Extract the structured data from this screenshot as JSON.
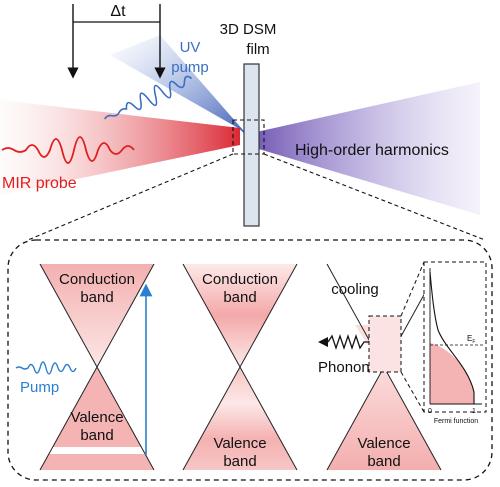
{
  "top": {
    "delta_t": "Δt",
    "uv_pump_line1": "UV",
    "uv_pump_line2": "pump",
    "film_line1": "3D DSM",
    "film_line2": "film",
    "mir_probe": "MIR probe",
    "harmonics": "High-order harmonics"
  },
  "panels": [
    {
      "cb_line1": "Conduction",
      "cb_line2": "band",
      "vb_line1": "Valence",
      "vb_line2": "band",
      "pump": "Pump"
    },
    {
      "cb_line1": "Conduction",
      "cb_line2": "band",
      "vb_line1": "Valence",
      "vb_line2": "band"
    },
    {
      "cooling": "cooling",
      "phonon": "Phonon",
      "vb_line1": "Valence",
      "vb_line2": "band"
    }
  ],
  "inset": {
    "ef": "E",
    "ef_sub": "F",
    "x0": "0",
    "x1": "1",
    "xlabel": "Fermi function"
  },
  "colors": {
    "uv_blue": "#3a6fc4",
    "mir_red": "#e02020",
    "harmonic_purple": "#8a7cc0",
    "band_pink": "#f4b4b4",
    "pump_blue": "#2a7fd0"
  }
}
